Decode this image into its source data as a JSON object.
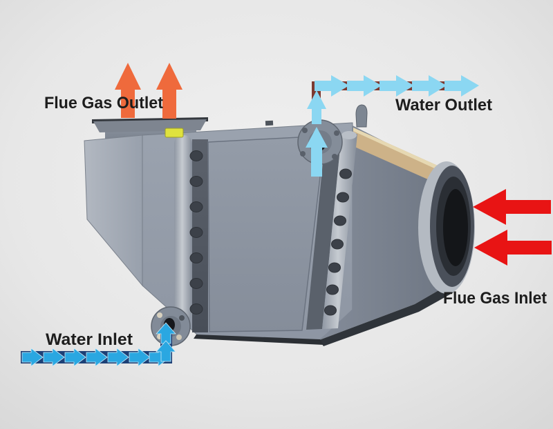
{
  "diagram": {
    "labels": {
      "flue_gas_outlet": "Flue Gas Outlet",
      "water_outlet": "Water Outlet",
      "flue_gas_inlet": "Flue Gas Inlet",
      "water_inlet": "Water Inlet"
    },
    "colors": {
      "background": "#e7e7e7",
      "label_text": "#1d1d1d",
      "flue_gas_outlet_arrow": "#ef6a3c",
      "flue_gas_inlet_arrow": "#e81414",
      "water_outlet_arrow": "#8bd7f2",
      "water_outlet_pipe": "#7c3a31",
      "water_inlet_arrow": "#2aa7e1",
      "water_inlet_pipe": "#1d4076",
      "machine_steel": "#99a1ad",
      "inlet_cone_top_panel": "#cdb288",
      "valve_fitting": "#dfe23e"
    },
    "flows": [
      {
        "id": "flue-gas-outlet",
        "direction": "up",
        "arrow_count": 2
      },
      {
        "id": "water-outlet",
        "direction": "up-then-right",
        "arrow_count": 7
      },
      {
        "id": "flue-gas-inlet",
        "direction": "left",
        "arrow_count": 2
      },
      {
        "id": "water-inlet",
        "direction": "right-then-up",
        "arrow_count": 9
      }
    ],
    "parts": [
      "flue-gas-outlet-stack",
      "left-outlet-hood",
      "main-body",
      "access-panel",
      "left-header-pipe",
      "right-header-pipe",
      "nozzle-stubs",
      "lifting-lug",
      "water-outlet-flange",
      "water-inlet-flange",
      "inlet-transition-cone",
      "flue-gas-inlet-duct"
    ]
  }
}
